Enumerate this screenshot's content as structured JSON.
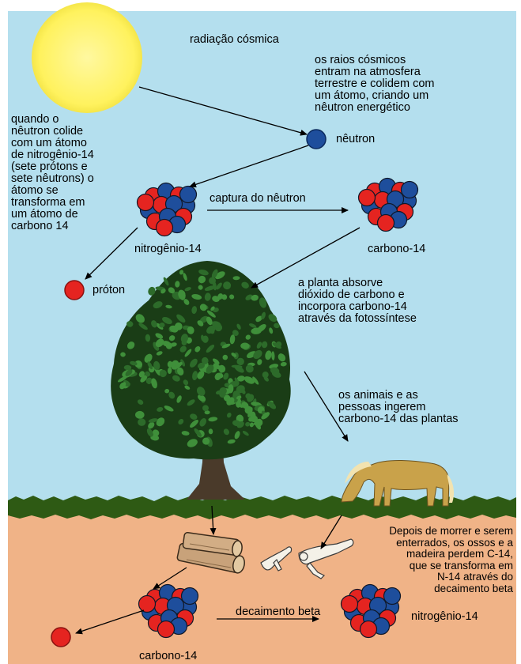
{
  "colors": {
    "sky": "#b4dfee",
    "soil": "#f0b387",
    "grass": "#2e5a14",
    "sun": "#fff36b",
    "proton": "#e52420",
    "neutron": "#1e4e9c",
    "tree_dark": "#1a3d16",
    "tree_light": "#3f8f3a",
    "trunk": "#4a3a2a",
    "horse": "#c9a24a",
    "wood": "#c8a27a"
  },
  "labels": {
    "cosmic_radiation": "radiação cósmica",
    "cosmic_rays": [
      "os raios cósmicos",
      "entram na atmosfera",
      "terrestre e colidem com",
      "um átomo, criando um",
      "nêutron energético"
    ],
    "neutron": "nêutron",
    "collision": [
      "quando o",
      "nêutron colide",
      "com um átomo",
      "de nitrogênio-14",
      "(sete prótons e",
      "sete nêutrons) o",
      "átomo se",
      "transforma em",
      "um átomo de",
      "carbono 14"
    ],
    "neutron_capture": "captura do nêutron",
    "nitrogen14_top": "nitrogênio-14",
    "carbon14_top": "carbono-14",
    "proton": "próton",
    "photosynthesis": [
      "a planta absorve",
      "dióxido de carbono e",
      "incorpora carbono-14",
      "através da fotossíntese"
    ],
    "ingestion": [
      "os animais e as",
      "pessoas ingerem",
      "carbono-14 das plantas"
    ],
    "decay_text": [
      "Depois de morrer e serem",
      "enterrados, os ossos e a",
      "madeira perdem C-14,",
      "que se transforma em",
      "N-14 através do",
      "decaimento beta"
    ],
    "beta_decay": "decaimento beta",
    "nitrogen14_bottom": "nitrogênio-14",
    "carbon14_bottom": "carbono-14"
  },
  "icons": [
    "sun-icon",
    "neutron-icon",
    "nucleus-icon",
    "proton-icon",
    "tree-icon",
    "horse-icon",
    "wood-logs-icon",
    "bones-icon",
    "arrow-icon"
  ]
}
